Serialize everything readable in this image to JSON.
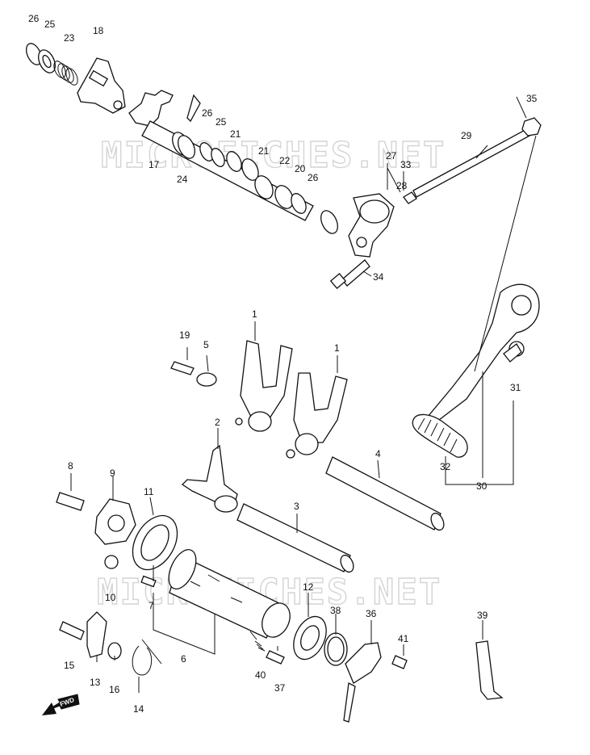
{
  "diagram": {
    "watermark_text": "MICROFICHES.NET",
    "direction_label": "FWD",
    "callouts": [
      "26",
      "25",
      "23",
      "18",
      "17",
      "24",
      "26",
      "25",
      "21",
      "21",
      "22",
      "20",
      "26",
      "27",
      "28",
      "33",
      "29",
      "35",
      "34",
      "19",
      "5",
      "1",
      "1",
      "2",
      "4",
      "3",
      "8",
      "9",
      "11",
      "10",
      "7",
      "6",
      "12",
      "38",
      "36",
      "41",
      "39",
      "31",
      "32",
      "30",
      "15",
      "13",
      "16",
      "14",
      "40",
      "37"
    ]
  }
}
